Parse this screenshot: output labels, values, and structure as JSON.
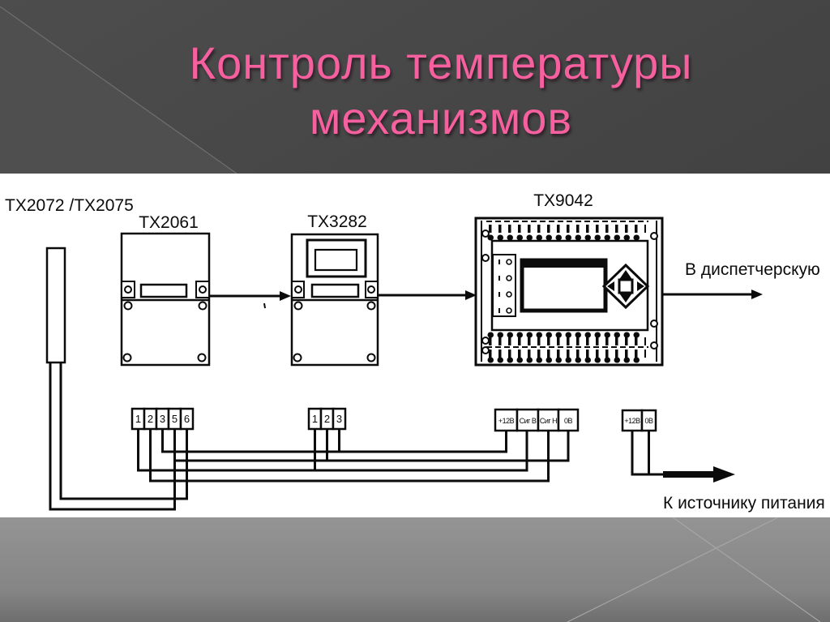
{
  "slide": {
    "title": {
      "line1": "Контроль температуры",
      "line2": "механизмов"
    },
    "colors": {
      "title_pink": "#f7609f",
      "top_background": "#474747",
      "diagram_background": "#ffffff",
      "bottom_band": "#8b8b8b",
      "ink": "#0b0b0b"
    }
  },
  "diagram": {
    "devices": {
      "probe": {
        "label": "TX2072 /TX2075"
      },
      "tx2061": {
        "label": "TX2061"
      },
      "tx3282": {
        "label": "TX3282"
      },
      "tx9042": {
        "label": "TX9042"
      }
    },
    "annotations": {
      "dispatcher": "В диспетчерскую",
      "power": "К источнику питания"
    },
    "terminal_blocks": {
      "tx2061": [
        "1",
        "2",
        "3",
        "5",
        "6"
      ],
      "tx3282": [
        "1",
        "2",
        "3"
      ],
      "tx9042": [
        "+12В",
        "Сиг В",
        "Сиг Н",
        "0В"
      ],
      "power_supply": [
        "+12В",
        "0В"
      ]
    },
    "icons": {
      "dpad_up": "filled-up-triangle",
      "dpad_down": "filled-down-triangle",
      "dpad_left": "filled-left-triangle",
      "dpad_right": "filled-right-triangle",
      "dpad_center": "square-button",
      "flow_arrow": "filled-right-arrowhead"
    }
  }
}
